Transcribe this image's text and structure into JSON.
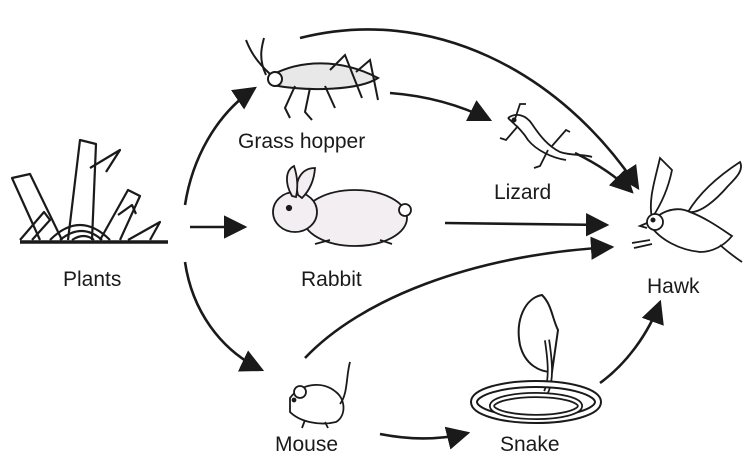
{
  "nodes": {
    "plants": "Plants",
    "grasshopper": "Grass hopper",
    "rabbit": "Rabbit",
    "mouse": "Mouse",
    "lizard": "Lizard",
    "snake": "Snake",
    "hawk": "Hawk"
  },
  "edges": [
    {
      "from": "plants",
      "to": "grasshopper"
    },
    {
      "from": "plants",
      "to": "rabbit"
    },
    {
      "from": "plants",
      "to": "mouse"
    },
    {
      "from": "grasshopper",
      "to": "lizard"
    },
    {
      "from": "grasshopper",
      "to": "hawk"
    },
    {
      "from": "lizard",
      "to": "hawk"
    },
    {
      "from": "rabbit",
      "to": "hawk"
    },
    {
      "from": "mouse",
      "to": "hawk"
    },
    {
      "from": "mouse",
      "to": "snake"
    },
    {
      "from": "snake",
      "to": "hawk"
    }
  ],
  "colors": {
    "ink": "#1a1a1a",
    "rabbit_fill": "#f3eef1"
  }
}
